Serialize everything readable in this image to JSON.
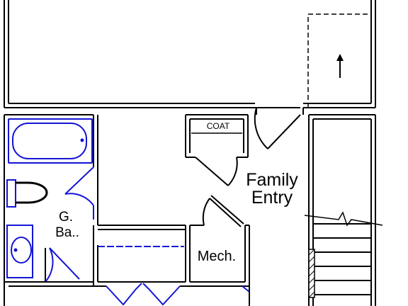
{
  "rooms": {
    "coat": "COAT",
    "family_entry_line1": "Family",
    "family_entry_line2": "Entry",
    "bath_line1": "G.",
    "bath_line2": "Ba..",
    "mech": "Mech."
  },
  "colors": {
    "wall": "#000000",
    "fixture": "#1515d6",
    "background": "#ffffff"
  }
}
